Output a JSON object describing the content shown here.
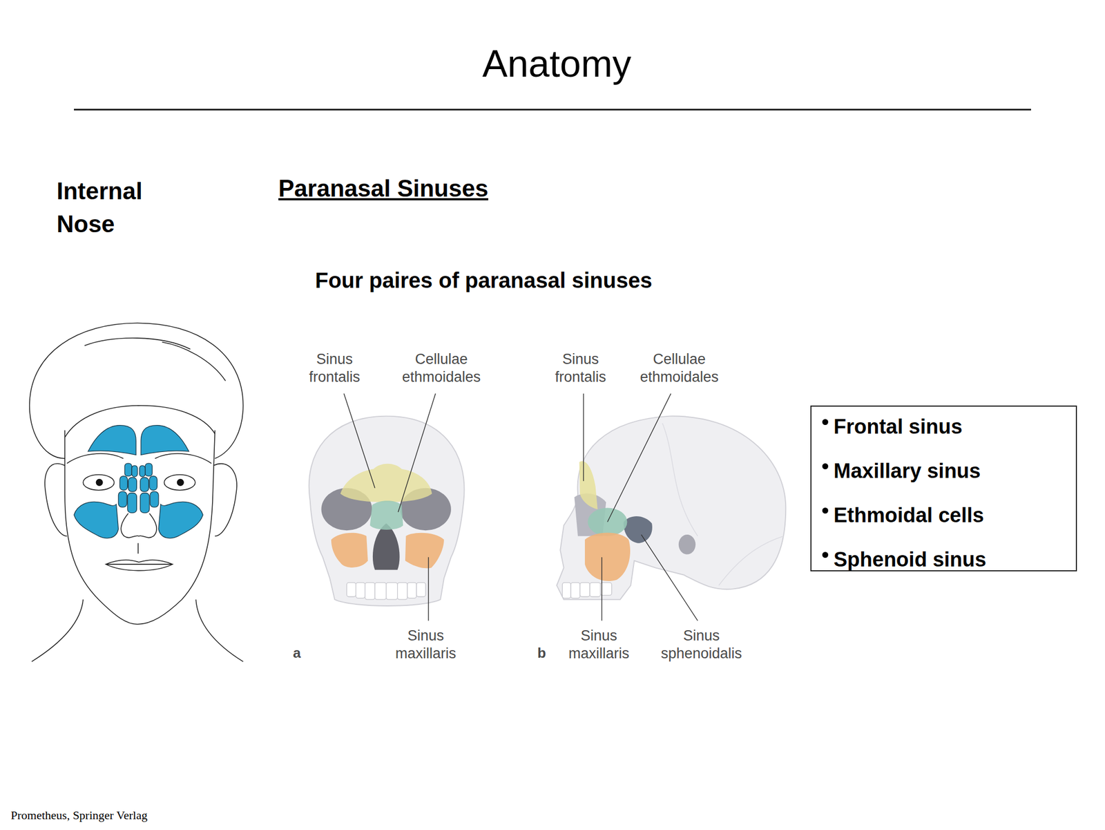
{
  "diagram": {
    "title": "Anatomy",
    "caption": "Prometheus, Springer Verlag",
    "nodes": [
      {
        "text": [
          "Frontal sinus",
          "Maxillary sinus",
          "Ethmoidal cells",
          "Sphenoid sinus"
        ]
      }
    ],
    "labels": [
      "Internal Nose",
      "Paranasal Sinuses",
      "Four paires of paranasal sinuses",
      "Sinus frontalis",
      "Cellulae ethmoidales",
      "Sinus maxillaris",
      "a",
      "Sinus frontalis",
      "Cellulae ethmoidales",
      "Sinus maxillaris",
      "Sinus sphenoidalis",
      "b"
    ]
  }
}
